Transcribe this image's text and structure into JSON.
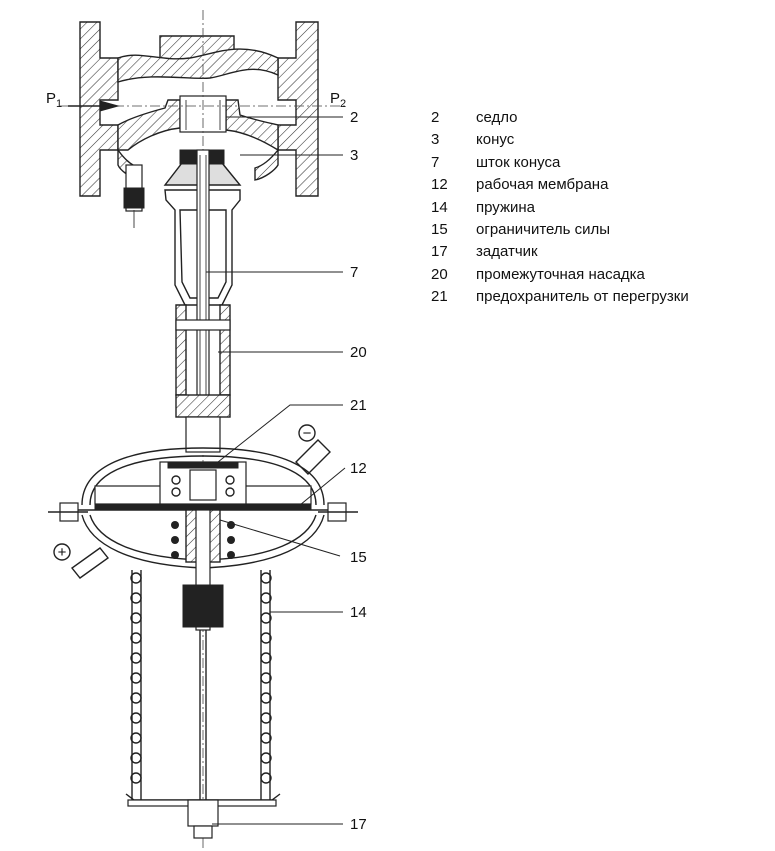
{
  "pressure_labels": {
    "p1": "P",
    "p1_sub": "1",
    "p2": "P",
    "p2_sub": "2"
  },
  "signs": {
    "minus": "−",
    "plus": "+"
  },
  "callouts": [
    "2",
    "3",
    "7",
    "20",
    "21",
    "12",
    "15",
    "14",
    "17"
  ],
  "legend": [
    {
      "num": "2",
      "text": "седло"
    },
    {
      "num": "3",
      "text": "конус"
    },
    {
      "num": "7",
      "text": "шток конуса"
    },
    {
      "num": "12",
      "text": "рабочая мембрана"
    },
    {
      "num": "14",
      "text": "пружина"
    },
    {
      "num": "15",
      "text": "ограничитель силы"
    },
    {
      "num": "17",
      "text": "задатчик"
    },
    {
      "num": "20",
      "text": "промежуточная насадка"
    },
    {
      "num": "21",
      "text": "предохранитель от перегрузки"
    }
  ]
}
